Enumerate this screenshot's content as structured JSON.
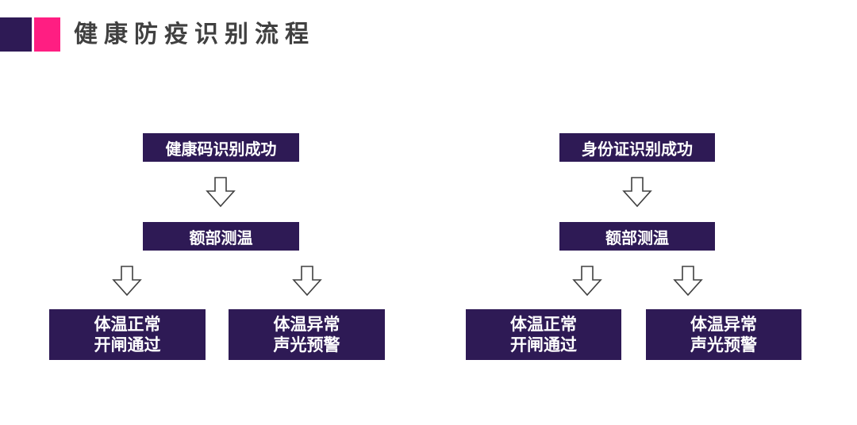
{
  "title": "健康防疫识别流程",
  "colors": {
    "dark": "#2e1a55",
    "pink": "#ff1e82",
    "arrow_stroke": "#404040"
  },
  "flows": [
    {
      "start": "健康码识别成功",
      "step": "额部测温",
      "normal": {
        "line1": "体温正常",
        "line2": "开闸通过"
      },
      "abnormal": {
        "line1": "体温异常",
        "line2": "声光预警"
      }
    },
    {
      "start": "身份证识别成功",
      "step": "额部测温",
      "normal": {
        "line1": "体温正常",
        "line2": "开闸通过"
      },
      "abnormal": {
        "line1": "体温异常",
        "line2": "声光预警"
      }
    }
  ]
}
